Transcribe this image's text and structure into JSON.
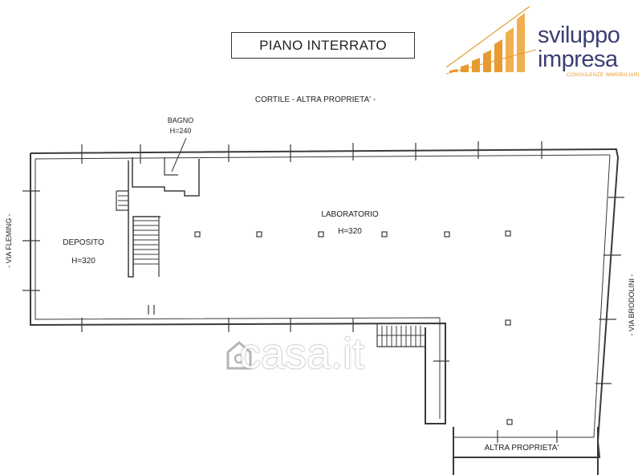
{
  "title": "PIANO INTERRATO",
  "logo": {
    "line1": "sviluppo",
    "line2": "impresa",
    "tagline": "CONSULENZE IMMOBILIARI",
    "colors": {
      "text": "#3a3f73",
      "accent": "#e89a30"
    }
  },
  "labels": {
    "top_street": "CORTILE - ALTRA PROPRIETA' -",
    "left_street": "- VIA FLEMING -",
    "right_street": "- VIA BRODOLINI -",
    "bottom_neighbor": "ALTRA PROPRIETA'"
  },
  "rooms": [
    {
      "id": "bagno",
      "name": "BAGNO",
      "height": "H=240"
    },
    {
      "id": "laboratorio",
      "name": "LABORATORIO",
      "height": "H=320"
    },
    {
      "id": "deposito",
      "name": "DEPOSITO",
      "height": "H=320"
    }
  ],
  "watermark": "casa.it"
}
